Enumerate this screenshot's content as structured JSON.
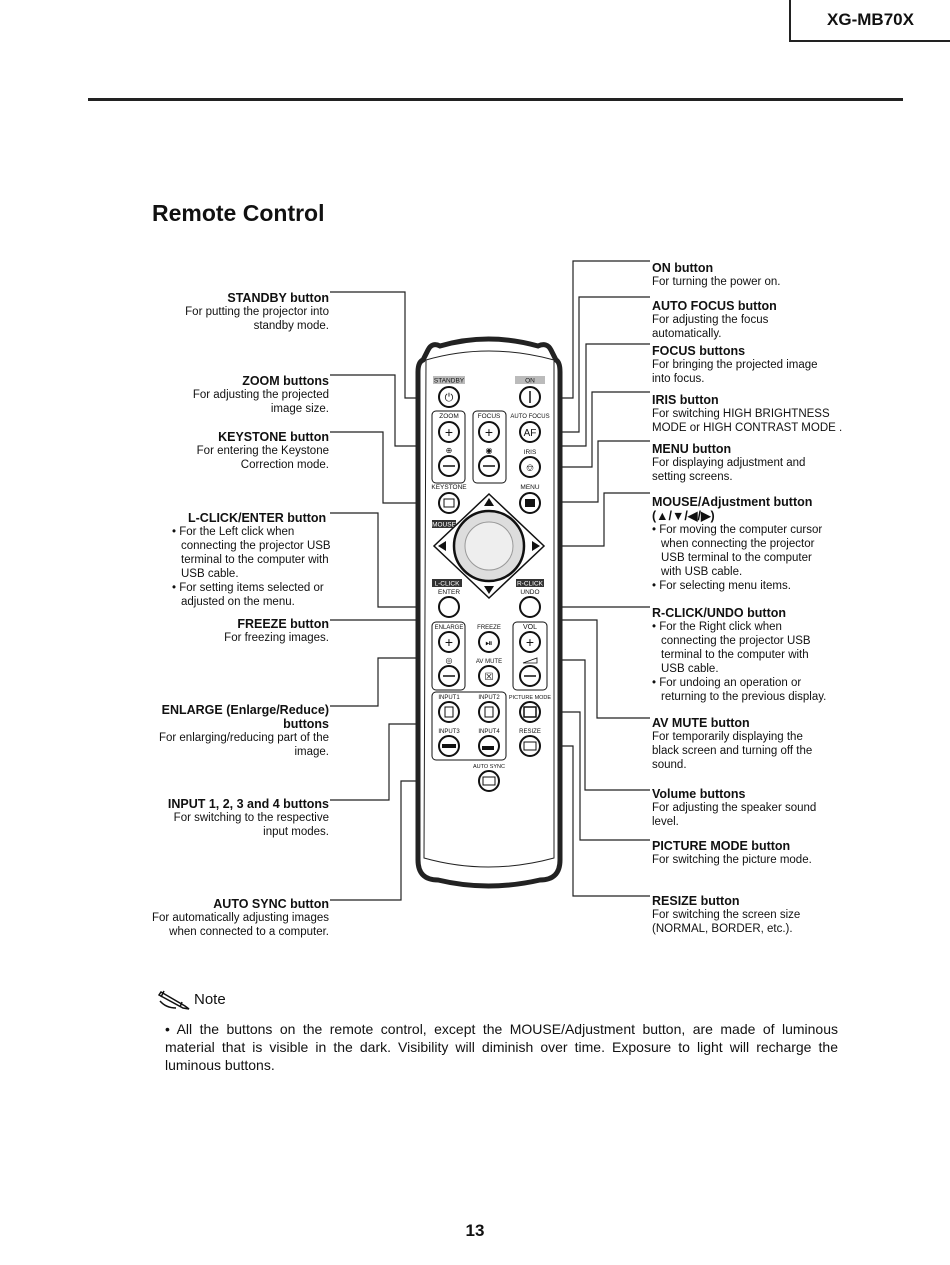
{
  "header": {
    "model": "XG-MB70X"
  },
  "title": "Remote Control",
  "labels_left": [
    {
      "id": "standby",
      "heading": "STANDBY button",
      "desc": [
        "For putting the projector into",
        "standby mode."
      ]
    },
    {
      "id": "zoom",
      "heading": "ZOOM buttons",
      "desc": [
        "For adjusting the projected",
        "image size."
      ]
    },
    {
      "id": "keystone",
      "heading": "KEYSTONE button",
      "desc": [
        "For entering the Keystone",
        "Correction mode."
      ]
    },
    {
      "id": "lclick",
      "heading": "L-CLICK/ENTER button",
      "bullets": [
        "For the Left click when connecting the projector USB terminal to the computer with USB cable.",
        "For setting items selected or adjusted on the menu."
      ]
    },
    {
      "id": "freeze",
      "heading": "FREEZE button",
      "desc": [
        "For freezing images."
      ]
    },
    {
      "id": "enlarge",
      "heading": "ENLARGE (Enlarge/Reduce) buttons",
      "desc": [
        "For enlarging/reducing part of the",
        "image."
      ]
    },
    {
      "id": "input",
      "heading": "INPUT 1, 2, 3 and 4 buttons",
      "desc": [
        "For switching to the respective",
        "input modes."
      ]
    },
    {
      "id": "autosync",
      "heading": "AUTO SYNC button",
      "desc": [
        "For automatically adjusting images",
        "when connected to a computer."
      ]
    }
  ],
  "labels_right": [
    {
      "id": "on",
      "heading": "ON button",
      "desc": [
        "For turning the power on."
      ]
    },
    {
      "id": "autofocus",
      "heading": "AUTO FOCUS button",
      "desc": [
        "For adjusting the focus",
        "automatically."
      ]
    },
    {
      "id": "focus",
      "heading": "FOCUS buttons",
      "desc": [
        "For bringing the projected image",
        "into focus."
      ]
    },
    {
      "id": "iris",
      "heading": "IRIS button",
      "desc": [
        "For switching HIGH BRIGHTNESS",
        "MODE or HIGH CONTRAST MODE ."
      ]
    },
    {
      "id": "menu",
      "heading": "MENU button",
      "desc": [
        "For displaying adjustment and",
        "setting screens."
      ]
    },
    {
      "id": "mouse",
      "heading": "MOUSE/Adjustment button (▲/▼/◀/▶)",
      "bullets": [
        "For moving the computer cursor when connecting the projector USB terminal to the computer with USB cable.",
        "For selecting menu items."
      ]
    },
    {
      "id": "rclick",
      "heading": "R-CLICK/UNDO button",
      "bullets": [
        "For the Right click when connecting the projector USB terminal to the computer with USB cable.",
        "For undoing an operation or returning to the previous display."
      ]
    },
    {
      "id": "avmute",
      "heading": "AV MUTE button",
      "desc": [
        "For temporarily displaying the",
        "black screen and turning off the",
        "sound."
      ]
    },
    {
      "id": "volume",
      "heading": "Volume buttons",
      "desc": [
        "For adjusting the speaker sound",
        "level."
      ]
    },
    {
      "id": "picture",
      "heading": "PICTURE MODE button",
      "desc": [
        "For switching the picture mode."
      ]
    },
    {
      "id": "resize",
      "heading": "RESIZE button",
      "desc": [
        "For switching the screen size",
        "(NORMAL, BORDER, etc.)."
      ]
    }
  ],
  "remote_labels": {
    "standby": "STANDBY",
    "on": "ON",
    "zoom": "ZOOM",
    "focus": "FOCUS",
    "autofocus": "AUTO FOCUS",
    "af": "AF",
    "iris": "IRIS",
    "keystone": "KEYSTONE",
    "menu": "MENU",
    "mouse": "MOUSE",
    "lclick": "L-CLICK",
    "enter": "ENTER",
    "rclick": "R-CLICK",
    "undo": "UNDO",
    "enlarge": "ENLARGE",
    "freeze": "FREEZE",
    "vol": "VOL",
    "avmute": "AV MUTE",
    "input1": "INPUT1",
    "input2": "INPUT2",
    "picturemode": "PICTURE MODE",
    "input3": "INPUT3",
    "input4": "INPUT4",
    "resize": "RESIZE",
    "autosync": "AUTO SYNC"
  },
  "note": {
    "heading": "Note",
    "text": "All the buttons on the remote control, except the MOUSE/Adjustment button, are made of luminous material that is visible in the dark. Visibility will diminish over time. Exposure to light will recharge the luminous buttons."
  },
  "page_number": "13"
}
